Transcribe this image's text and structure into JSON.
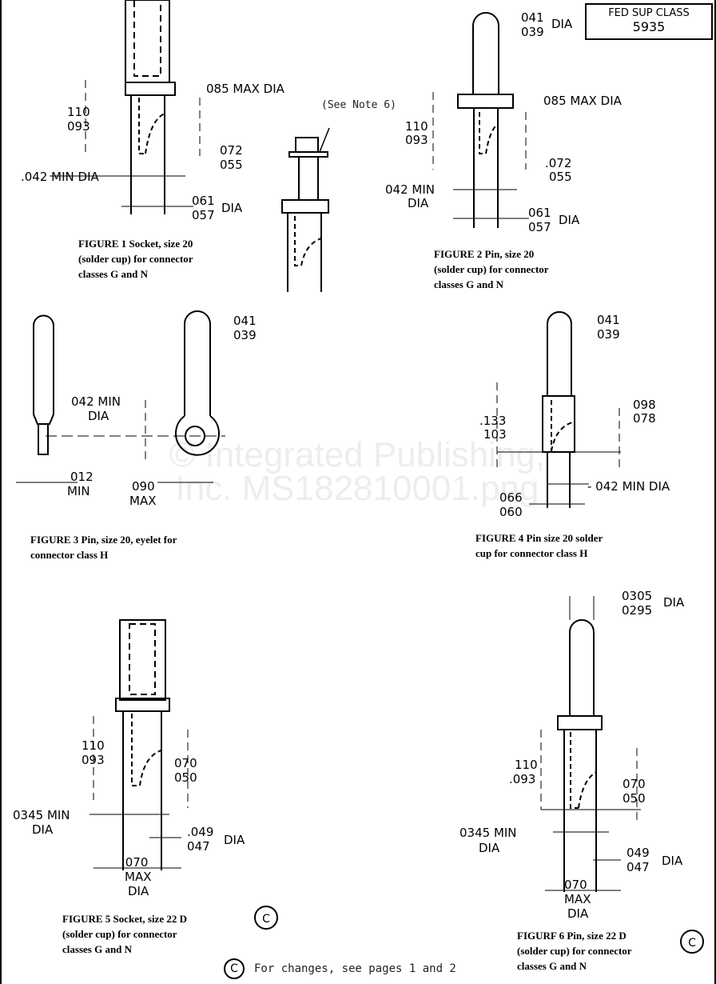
{
  "header": {
    "fed_sup_class_label": "FED SUP CLASS",
    "fed_sup_class_value": "5935"
  },
  "watermark": "© Integrated Publishing, Inc. MS182810001.png",
  "note_callout": {
    "text": "(See Note 6)"
  },
  "figure1": {
    "caption": "FIGURE 1  Socket, size 20\n(solder cup) for connector\nclasses G and N",
    "dims": {
      "max_dia": "085 MAX DIA",
      "cup_depth_max": "110",
      "cup_depth_min": "093",
      "cut_max": "072",
      "cut_min": "055",
      "min_dia": ".042 MIN DIA",
      "od_max": "061",
      "od_min": "057",
      "od_unit": "DIA"
    }
  },
  "figure2": {
    "caption": "FIGURE 2  Pin, size 20\n(solder cup) for connector\nclasses G and N",
    "dims": {
      "tip_max": "041",
      "tip_min": "039",
      "tip_unit": "DIA",
      "max_dia": "085 MAX DIA",
      "cup_depth_max": "110",
      "cup_depth_min": "093",
      "cut_max": ".072",
      "cut_min": "055",
      "min_dia": "042 MIN",
      "min_dia_unit": "DIA",
      "od_max": "061",
      "od_min": "057",
      "od_unit": "DIA"
    }
  },
  "figure3": {
    "caption": "FIGURE 3  Pin, size 20, eyelet for\nconnector class H",
    "dims": {
      "tip_max": "041",
      "tip_min": "039",
      "min_dia": "042 MIN",
      "min_dia_unit": "DIA",
      "tab": "012",
      "tab_unit": "MIN",
      "eyelet": "090",
      "eyelet_unit": "MAX"
    }
  },
  "figure4": {
    "caption": "FIGURE 4  Pin  size 20 solder\ncup for connector class H",
    "dims": {
      "tip_max": "041",
      "tip_min": "039",
      "cup_max": ".133",
      "cup_min": "103",
      "cut_max": "098",
      "cut_min": "078",
      "min_dia": "- 042 MIN DIA",
      "od_max": "066",
      "od_min": "060"
    }
  },
  "figure5": {
    "caption": "FIGURE 5  Socket, size 22 D\n(solder cup) for connector\nclasses G and N",
    "dims": {
      "cup_depth_max": "110",
      "cup_depth_min": "093",
      "cut_max": "070",
      "cut_min": "050",
      "min_dia": "0345 MIN",
      "min_dia_unit": "DIA",
      "od_max": ".049",
      "od_min": "047",
      "od_unit": "DIA",
      "max_dia": ".070",
      "max_dia_l2": "MAX",
      "max_dia_l3": "DIA"
    },
    "change_mark": "C"
  },
  "figure6": {
    "caption": "FIGURF 6  Pin, size 22 D\n(solder cup) for connector\nclasses G and N",
    "dims": {
      "tip_max": "0305",
      "tip_min": "0295",
      "tip_unit": "DIA",
      "cup_depth_max": "110",
      "cup_depth_min": ".093",
      "cut_max": "070",
      "cut_min": "050",
      "min_dia": "0345 MIN",
      "min_dia_unit": "DIA",
      "od_max": "049",
      "od_min": "047",
      "od_unit": "DIA",
      "max_dia": "070",
      "max_dia_l2": "MAX",
      "max_dia_l3": "DIA"
    },
    "change_mark": "C"
  },
  "footer": {
    "change_mark": "C",
    "text": "For changes, see pages 1 and 2"
  }
}
